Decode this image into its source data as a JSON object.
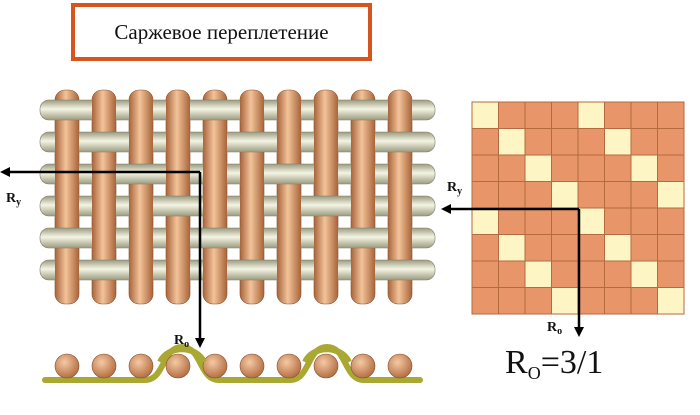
{
  "title": "Саржевое переплетение",
  "labels": {
    "ry_left": "R",
    "ry_left_sub": "у",
    "ro_left": "R",
    "ro_left_sub": "о",
    "ry_right": "R",
    "ry_right_sub": "у",
    "ro_right": "R",
    "ro_right_sub": "о"
  },
  "formula": {
    "base": "R",
    "sub": "O",
    "rest": "=3/1"
  },
  "weave": {
    "rows": 6,
    "cols": 10,
    "repeat": 4,
    "warp_color": "#d9956a",
    "weft_color": "#d9d9c0"
  },
  "grid": {
    "rows": 8,
    "cols": 8,
    "repeat": 4,
    "cell_color": "#e8956a",
    "filled_color": "#fdf5c4",
    "line_color": "#b56a40"
  },
  "colors": {
    "title_border": "#d5541f",
    "cross_section_thread": "#a8a833",
    "arrow": "#000000"
  }
}
